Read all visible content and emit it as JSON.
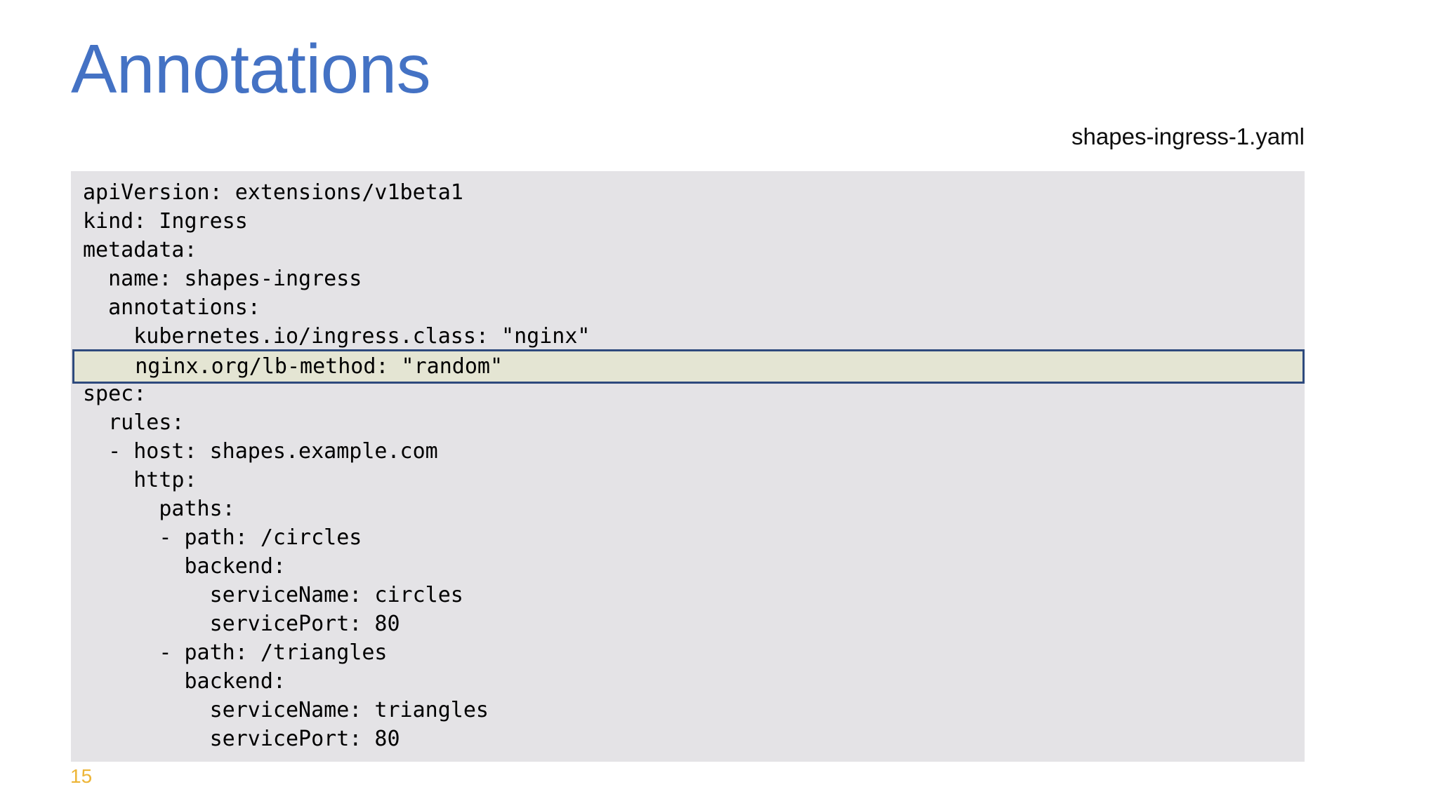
{
  "slide": {
    "title": "Annotations",
    "title_color": "#4472C4",
    "number": "15",
    "number_color": "#EDB537",
    "background_color": "#FFFFFF"
  },
  "caption": {
    "file_name": "shapes-ingress-1.yaml"
  },
  "code_block": {
    "background_color": "#E4E3E6",
    "text_color": "#000000",
    "language": "yaml",
    "lines": [
      "apiVersion: extensions/v1beta1",
      "kind: Ingress",
      "metadata:",
      "  name: shapes-ingress",
      "  annotations:",
      "    kubernetes.io/ingress.class: \"nginx\"",
      "",
      "spec:",
      "  rules:",
      "  - host: shapes.example.com",
      "    http:",
      "      paths:",
      "      - path: /circles",
      "        backend:",
      "          serviceName: circles",
      "          servicePort: 80",
      "      - path: /triangles",
      "        backend:",
      "          serviceName: triangles",
      "          servicePort: 80"
    ]
  },
  "highlight": {
    "line_text": "    nginx.org/lb-method: \"random\"",
    "fill_color": "#E4E5D3",
    "border_color": "#2E4A7D"
  }
}
